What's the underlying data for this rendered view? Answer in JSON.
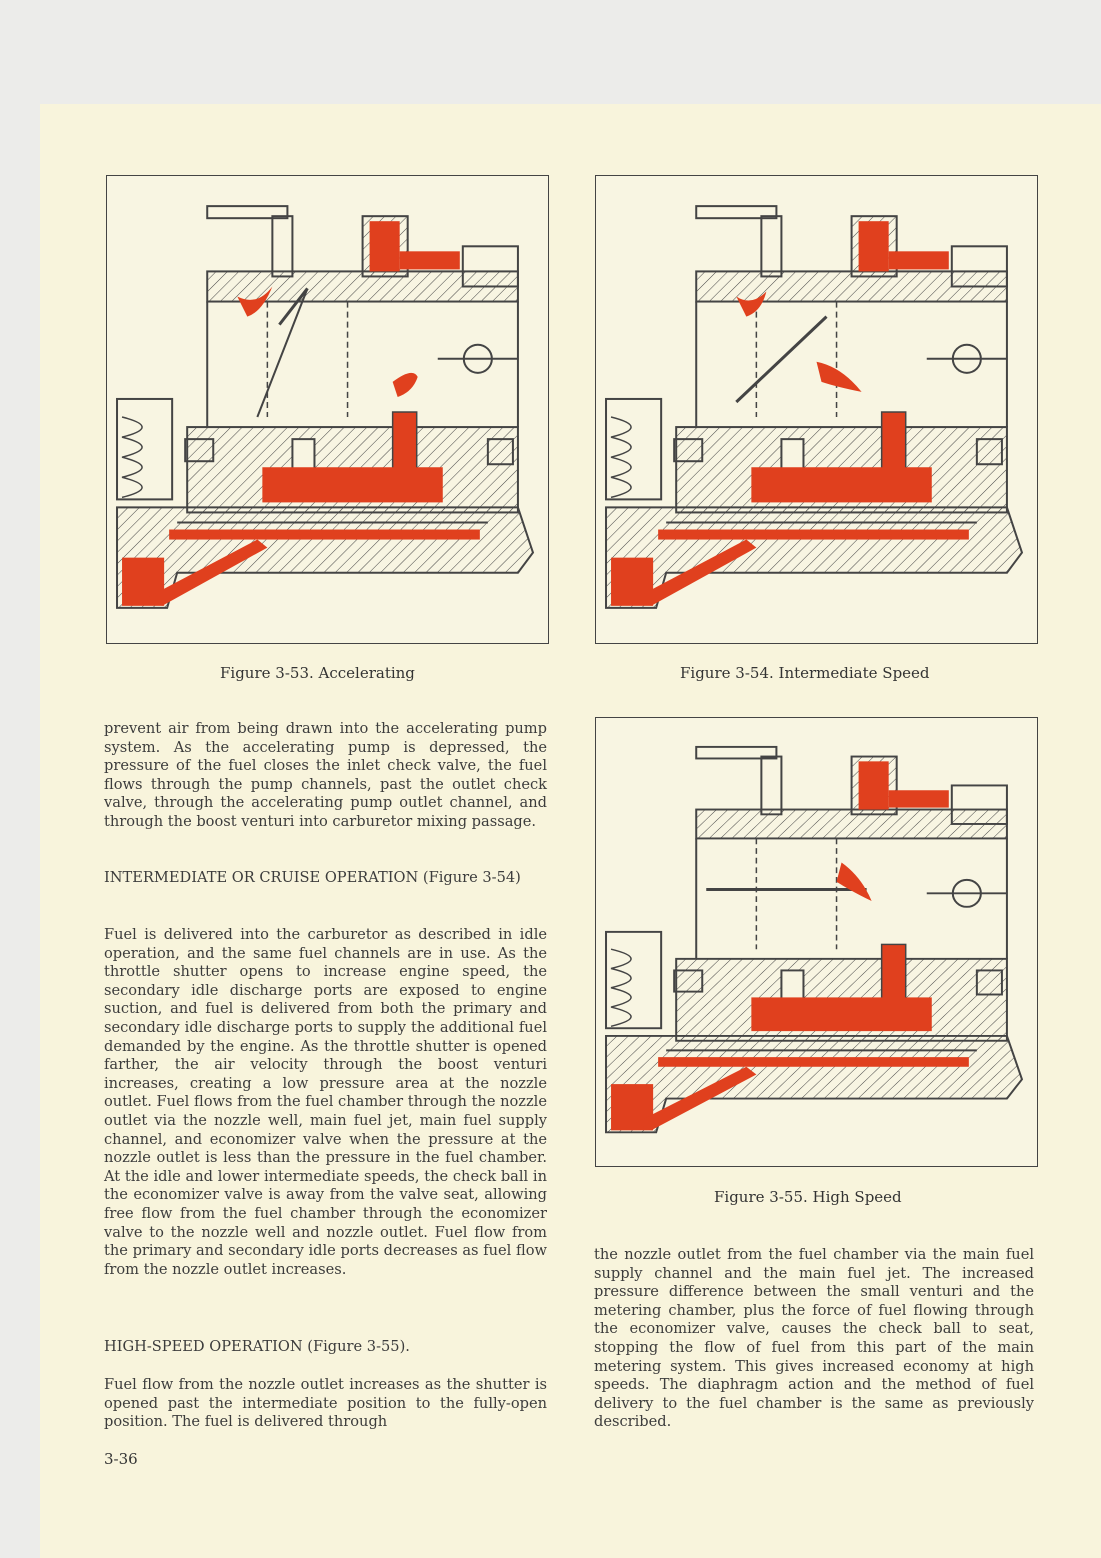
{
  "figures": {
    "fig53": {
      "caption": "Figure 3-53. Accelerating"
    },
    "fig54": {
      "caption": "Figure 3-54. Intermediate Speed"
    },
    "fig55": {
      "caption": "Figure 3-55. High Speed"
    }
  },
  "left_column": {
    "para1": "prevent air from being drawn into the accelerating pump system. As the accelerating pump is depressed, the pressure of the fuel closes the inlet check valve, the fuel flows through the pump channels, past the outlet check valve, through the accelerating pump outlet channel, and through the boost venturi into carburetor mixing passage.",
    "heading1": "INTERMEDIATE OR CRUISE OPERATION (Figure 3-54)",
    "para2": "Fuel is delivered into the carburetor as described in idle operation, and the same fuel channels are in use. As the throttle shutter opens to increase engine speed, the secondary idle discharge ports are exposed to engine suction, and fuel is delivered from both the primary and secondary idle discharge ports to supply the additional fuel demanded by the engine. As the throttle shutter is opened farther, the air velocity through the boost venturi increases, creating a low pressure area at the nozzle outlet. Fuel flows from the fuel chamber through the nozzle outlet via the nozzle well, main fuel jet, main fuel supply channel, and economizer valve when the pressure at the nozzle outlet is less than the pressure in the fuel chamber. At the idle and lower intermediate speeds, the check ball in the economizer valve is away from the valve seat, allowing free flow from the fuel chamber through the economizer valve to the nozzle well and nozzle outlet. Fuel flow from the primary and secondary idle ports decreases as fuel flow from the nozzle outlet increases.",
    "heading2": "HIGH-SPEED OPERATION (Figure 3-55).",
    "para3": "Fuel flow from the nozzle outlet increases as the shutter is opened past the intermediate position to the fully-open position. The fuel is delivered through"
  },
  "right_column": {
    "para1": "the nozzle outlet from the fuel chamber via the main fuel supply channel and the main fuel jet. The increased pressure difference between the small venturi and the metering chamber, plus the force of fuel flowing through the economizer valve, causes the check ball to seat, stopping the flow of fuel from this part of the main metering system. This gives increased economy at high speeds. The diaphragm action and the method of fuel delivery to the fuel chamber is the same as previously described."
  },
  "page_number": "3-36",
  "colors": {
    "fuel": "#e0401e",
    "paper": "#f8f4dc",
    "line": "#444444"
  },
  "icons": [
    "carburetor-cutaway-diagram"
  ]
}
